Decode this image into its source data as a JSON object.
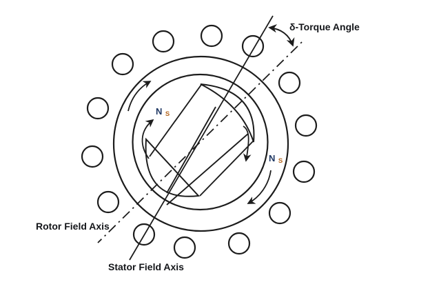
{
  "diagram": {
    "labels": {
      "torque_angle": "δ-Torque Angle",
      "rotor_field_axis": "Rotor Field Axis",
      "stator_field_axis": "Stator Field Axis"
    },
    "pole_labels": [
      {
        "main": "N",
        "subscript": "S"
      },
      {
        "main": "N",
        "subscript": "S"
      }
    ],
    "colors": {
      "ink": "#1c1c1c",
      "axis_label_text": "#14161a",
      "pole_label_main": "#1f3864",
      "pole_label_subscript": "#b4651e",
      "background": "#ffffff"
    }
  }
}
